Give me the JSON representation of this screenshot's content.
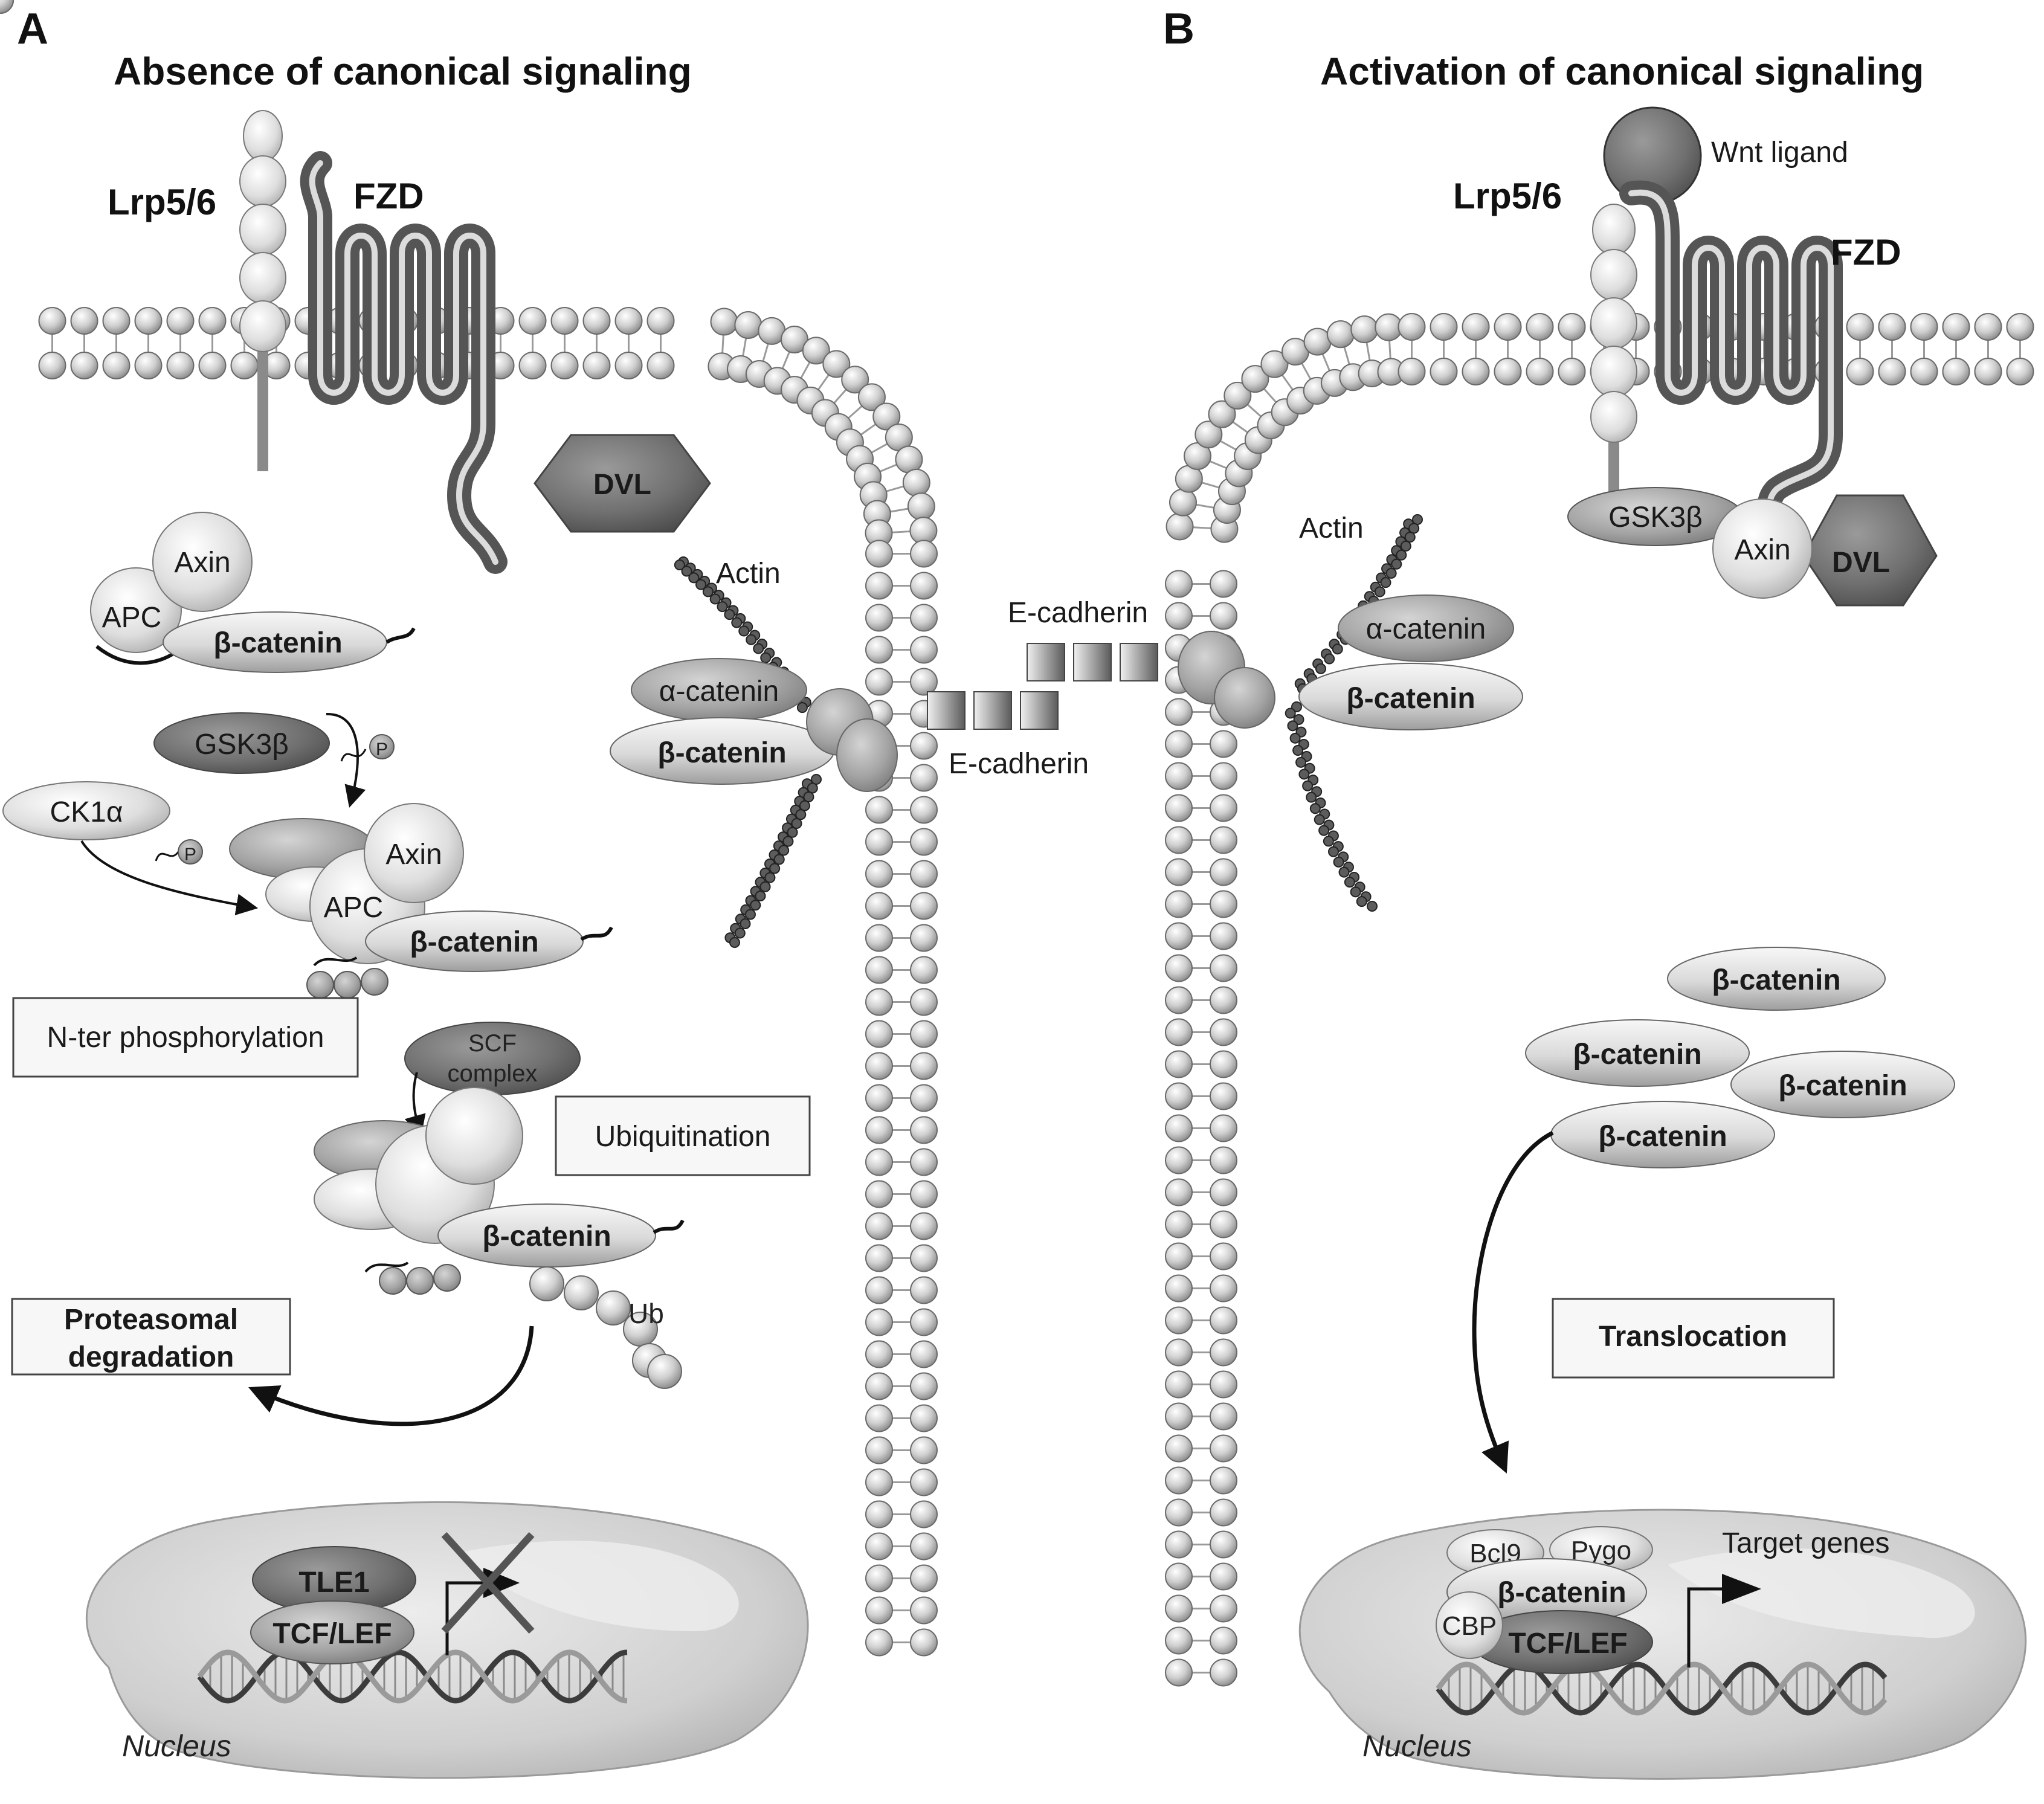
{
  "panels": {
    "a": {
      "letter": "A",
      "title": "Absence of canonical signaling",
      "lrp": "Lrp5/6",
      "fzd": "FZD",
      "dvl": "DVL",
      "axin": "Axin",
      "apc": "APC",
      "beta_catenin": "β-catenin",
      "gsk3b": "GSK3β",
      "ck1a": "CK1α",
      "phospho": "P",
      "nter_box": "N-ter phosphorylation",
      "scf_line1": "SCF",
      "scf_line2": "complex",
      "ubiquitination_box": "Ubiquitination",
      "ub": "Ub",
      "proteasomal_line1": "Proteasomal",
      "proteasomal_line2": "degradation",
      "actin": "Actin",
      "alpha_catenin": "α-catenin",
      "ecadherin": "E-cadherin",
      "tle1": "TLE1",
      "tcf_lef": "TCF/LEF",
      "nucleus": "Nucleus"
    },
    "b": {
      "letter": "B",
      "title": "Activation of canonical signaling",
      "wnt": "Wnt ligand",
      "lrp": "Lrp5/6",
      "fzd": "FZD",
      "gsk3b": "GSK3β",
      "axin": "Axin",
      "dvl": "DVL",
      "actin": "Actin",
      "alpha_catenin": "α-catenin",
      "beta_catenin": "β-catenin",
      "ecadherin": "E-cadherin",
      "translocation_box": "Translocation",
      "bcl9": "Bcl9",
      "pygo": "Pygo",
      "cbp": "CBP",
      "tcf_lef": "TCF/LEF",
      "target_genes": "Target genes",
      "nucleus": "Nucleus"
    }
  },
  "colors": {
    "light": "#e6e6e6",
    "mid": "#a8a8a8",
    "dark": "#6e6e6e",
    "darker": "#555555",
    "line": "#222222"
  }
}
